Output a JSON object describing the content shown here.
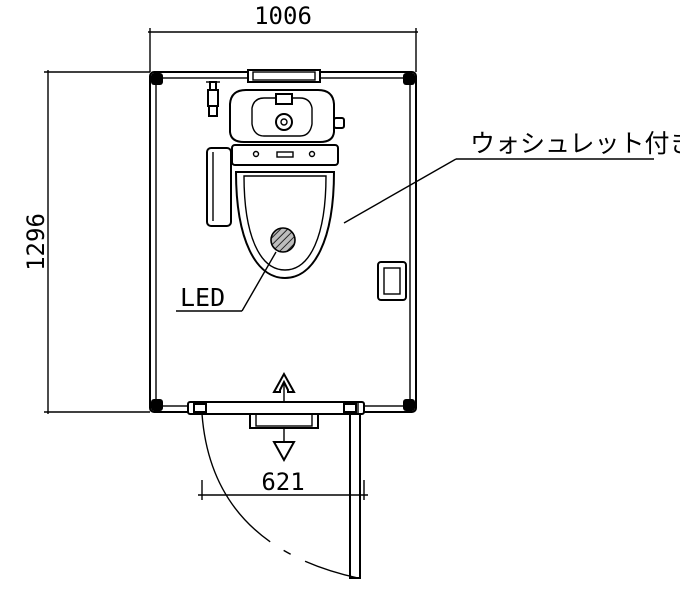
{
  "dimensions": {
    "width": "1006",
    "height": "1296",
    "door_width": "621"
  },
  "labels": {
    "washlet": "ウォシュレット付き",
    "led": "LED"
  },
  "colors": {
    "line": "#000000",
    "background": "#ffffff",
    "led_hatch_fill": "#bdbdbd"
  },
  "icons": {
    "door_direction": "double-arrow-icon",
    "led_light": "hatched-circle-icon"
  }
}
